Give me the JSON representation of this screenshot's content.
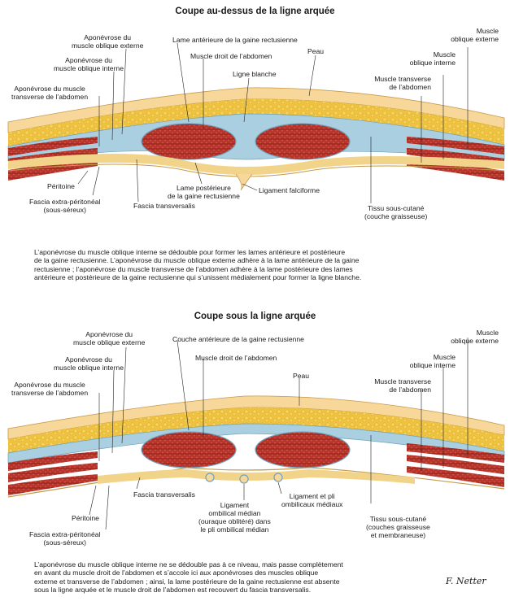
{
  "panel_top": {
    "title": "Coupe au-dessus de la ligne arquée",
    "labels": {
      "apo_oblique_externe": "Aponévrose du\nmuscle oblique externe",
      "apo_oblique_interne": "Aponévrose du\nmuscle oblique interne",
      "apo_transverse": "Aponévrose du muscle\ntransverse de l’abdomen",
      "lame_anterieure": "Lame antérieure de la gaine rectusienne",
      "muscle_droit": "Muscle droit de l’abdomen",
      "ligne_blanche": "Ligne blanche",
      "peau": "Peau",
      "muscle_oblique_externe": "Muscle\noblique externe",
      "muscle_oblique_interne": "Muscle\noblique interne",
      "muscle_transverse": "Muscle transverse\nde l’abdomen",
      "peritoine": "Péritoine",
      "fascia_extra_peritoneal": "Fascia extra-péritonéal\n(sous-séreux)",
      "fascia_transversalis": "Fascia transversalis",
      "lame_posterieure": "Lame postérieure\nde la gaine rectusienne",
      "ligament_falciforme": "Ligament falciforme",
      "tissu_sous_cutane": "Tissu sous-cutané\n(couche graisseuse)"
    },
    "caption": "L’aponévrose du muscle oblique interne se dédouble pour former les lames antérieure et postérieure\nde la gaine rectusienne. L’aponévrose du muscle oblique externe adhère à la lame antérieure de la gaine\nrectusienne ; l’aponévrose du muscle transverse de l’abdomen adhère à la lame postérieure des lames\nantérieure et postérieure de la gaine rectusienne qui s’unissent médialement pour former la ligne blanche."
  },
  "panel_bottom": {
    "title": "Coupe sous la ligne arquée",
    "labels": {
      "apo_oblique_externe": "Aponévrose du\nmuscle oblique externe",
      "apo_oblique_interne": "Aponévrose du\nmuscle oblique interne",
      "apo_transverse": "Aponévrose du muscle\ntransverse de l’abdomen",
      "couche_anterieure": "Couche antérieure de la gaine rectusienne",
      "muscle_droit": "Muscle droit de l’abdomen",
      "peau": "Peau",
      "muscle_oblique_externe": "Muscle\noblique externe",
      "muscle_oblique_interne": "Muscle\noblique interne",
      "muscle_transverse": "Muscle transverse\nde l’abdomen",
      "fascia_transversalis": "Fascia transversalis",
      "ligament_ombilical_median": "Ligament\nombilical médian\n(ouraque oblitéré) dans\nle pli ombilical médian",
      "ligament_pli_ombilicaux": "Ligament et pli\nombilicaux médiaux",
      "peritoine": "Péritoine",
      "fascia_extra_peritoneal": "Fascia extra-péritonéal\n(sous-séreux)",
      "tissu_sous_cutane": "Tissu sous-cutané\n(couches graisseuse\net membraneuse)"
    },
    "caption": "L’aponévrose du muscle oblique interne ne se dédouble pas à ce niveau, mais passe complètement\nen avant du muscle droit de l’abdomen et s’accole ici aux aponévroses des muscles oblique\nexterne et transverse de l’abdomen ; ainsi, la lame postérieure de la gaine rectusienne est absente\nsous la ligne arquée et le muscle droit de l’abdomen est recouvert du fascia transversalis."
  },
  "colors": {
    "skin": "#f7d89a",
    "fat": "#efc23f",
    "fascia_blue": "#a9cfe0",
    "muscle": "#b8352c",
    "muscle_dark": "#8e2219",
    "aponeurosis": "#dfe7ea"
  },
  "signature": "F. Netter"
}
